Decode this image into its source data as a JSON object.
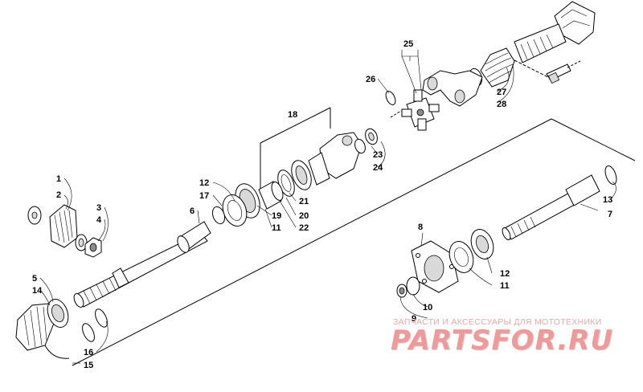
{
  "diagram": {
    "callouts": [
      {
        "id": "c1",
        "text": "1"
      },
      {
        "id": "c2",
        "text": "2"
      },
      {
        "id": "c3",
        "text": "3"
      },
      {
        "id": "c4",
        "text": "4"
      },
      {
        "id": "c5",
        "text": "5"
      },
      {
        "id": "c6",
        "text": "6"
      },
      {
        "id": "c7",
        "text": "7"
      },
      {
        "id": "c8",
        "text": "8"
      },
      {
        "id": "c9",
        "text": "9"
      },
      {
        "id": "c10",
        "text": "10"
      },
      {
        "id": "c11a",
        "text": "11"
      },
      {
        "id": "c11b",
        "text": "11"
      },
      {
        "id": "c12a",
        "text": "12"
      },
      {
        "id": "c12b",
        "text": "12"
      },
      {
        "id": "c13",
        "text": "13"
      },
      {
        "id": "c14",
        "text": "14"
      },
      {
        "id": "c15",
        "text": "15"
      },
      {
        "id": "c16",
        "text": "16"
      },
      {
        "id": "c17",
        "text": "17"
      },
      {
        "id": "c18",
        "text": "18"
      },
      {
        "id": "c19",
        "text": "19"
      },
      {
        "id": "c20",
        "text": "20"
      },
      {
        "id": "c21",
        "text": "21"
      },
      {
        "id": "c22",
        "text": "22"
      },
      {
        "id": "c23",
        "text": "23"
      },
      {
        "id": "c24",
        "text": "24"
      },
      {
        "id": "c25",
        "text": "25"
      },
      {
        "id": "c26",
        "text": "26"
      },
      {
        "id": "c27",
        "text": "27"
      },
      {
        "id": "c28",
        "text": "28"
      }
    ]
  },
  "watermark": {
    "tagline": "ЗАПЧАСТИ И АКСЕССУАРЫ ДЛЯ МОТОТЕХНИКИ",
    "logo": "PARTSFOR.RU",
    "color": "#ec9a9a"
  }
}
